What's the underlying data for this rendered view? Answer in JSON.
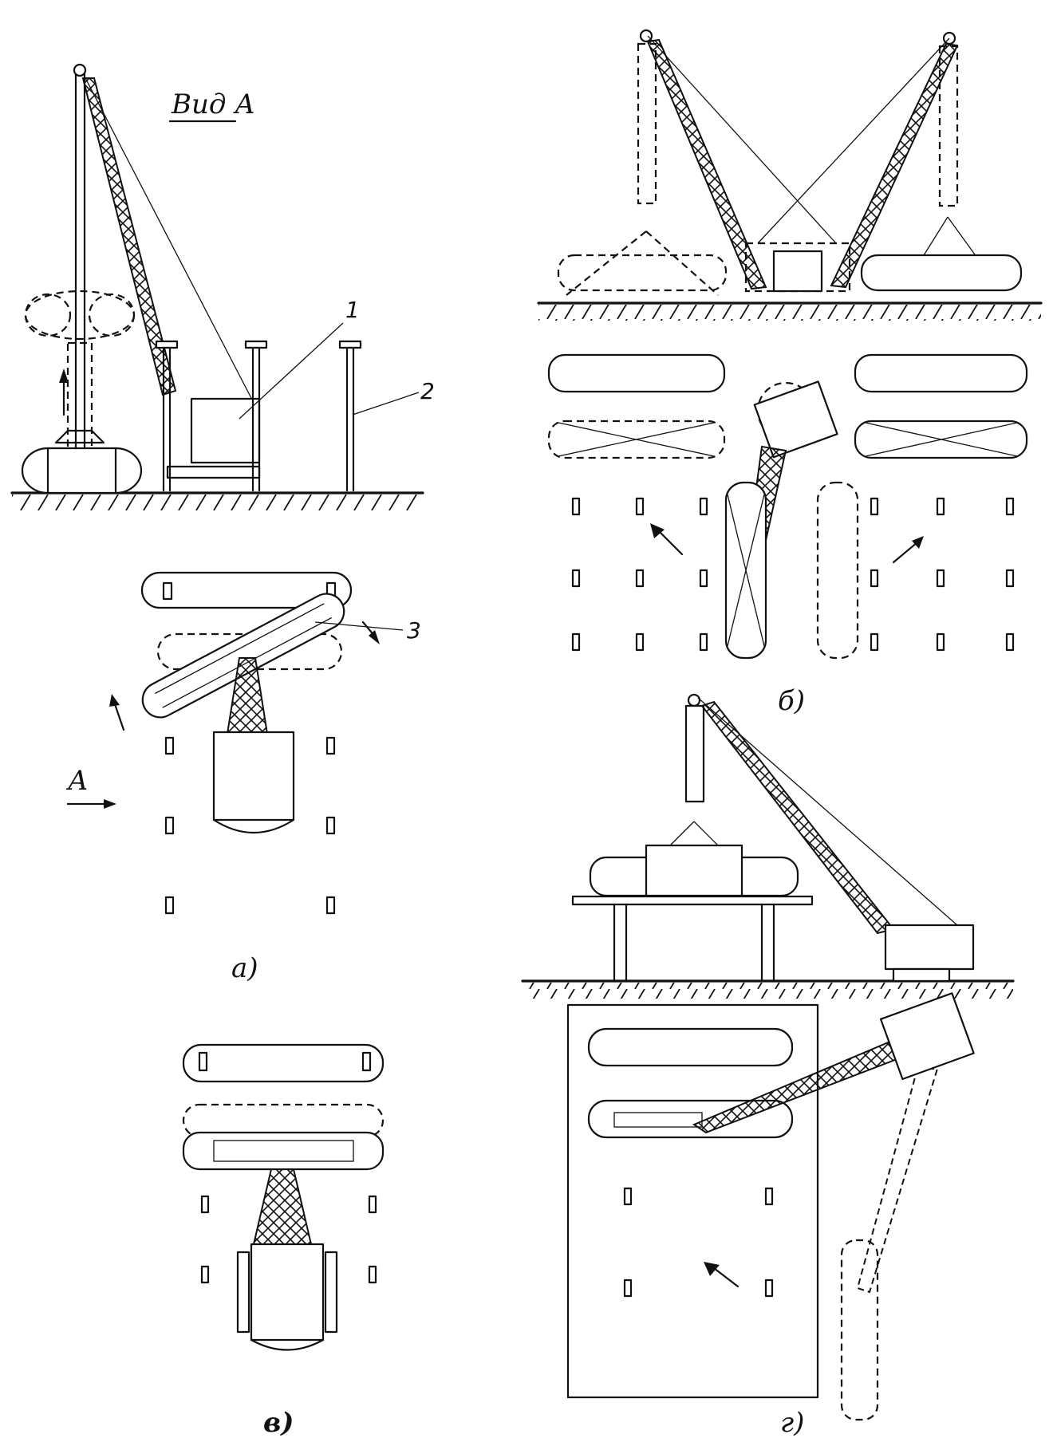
{
  "labels": {
    "view_a": "Вид А",
    "arrow_a": "А",
    "callout_1": "1",
    "callout_2": "2",
    "callout_3": "3",
    "fig_a": "а)",
    "fig_b": "б)",
    "fig_v": "в)",
    "fig_g": "г)"
  }
}
